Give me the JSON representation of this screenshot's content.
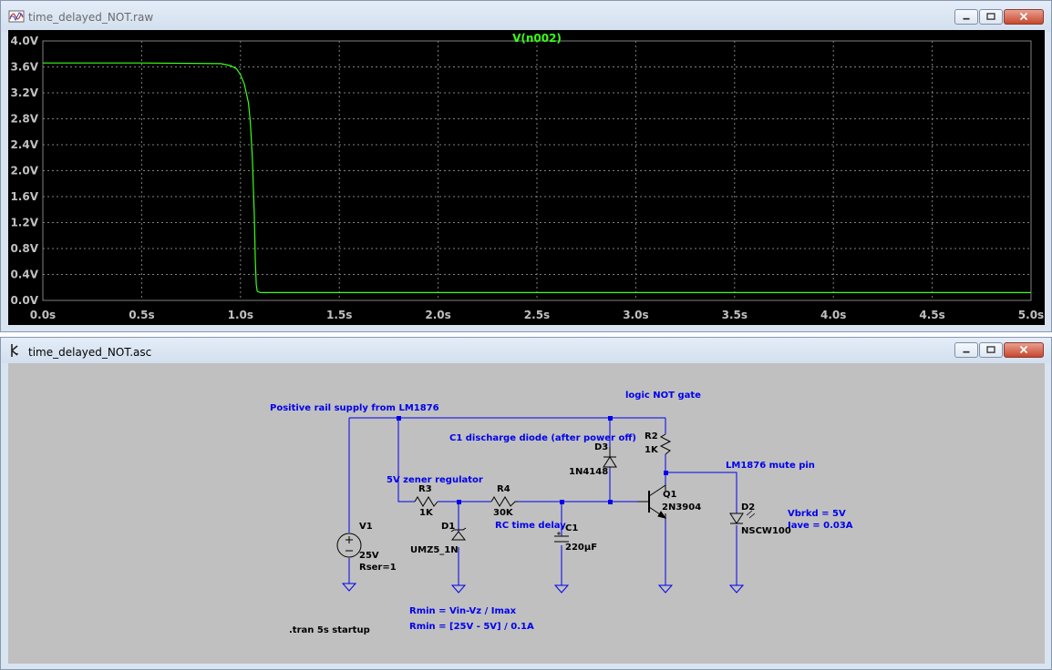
{
  "plot_window": {
    "title": "time_delayed_NOT.raw",
    "icon": "waveform-viewer-icon",
    "controls": [
      "minimize-icon",
      "maximize-icon",
      "close-icon"
    ]
  },
  "schematic_window": {
    "title": "time_delayed_NOT.asc",
    "icon": "schematic-editor-icon",
    "controls": [
      "minimize-icon",
      "maximize-icon",
      "close-icon"
    ]
  },
  "colors": {
    "plot_bg": "#000000",
    "trace": "#39ff14",
    "grid": "#808080",
    "schematic_bg": "#c0c0c0",
    "wire": "#0000ee",
    "component": "#000000"
  },
  "chart_data": {
    "type": "line",
    "title": "V(n002)",
    "xlabel": "",
    "ylabel": "",
    "x_ticks": [
      "0.0s",
      "0.5s",
      "1.0s",
      "1.5s",
      "2.0s",
      "2.5s",
      "3.0s",
      "3.5s",
      "4.0s",
      "4.5s",
      "5.0s"
    ],
    "y_ticks": [
      "4.0V",
      "3.6V",
      "3.2V",
      "2.8V",
      "2.4V",
      "2.0V",
      "1.6V",
      "1.2V",
      "0.8V",
      "0.4V",
      "0.0V"
    ],
    "xlim": [
      0,
      5
    ],
    "ylim": [
      0,
      4
    ],
    "grid": true,
    "series": [
      {
        "name": "V(n002)",
        "x": [
          0,
          0.5,
          0.9,
          0.95,
          0.98,
          1.0,
          1.02,
          1.04,
          1.05,
          1.06,
          1.07,
          1.075,
          1.08,
          1.085,
          1.1,
          2.0,
          3.0,
          4.0,
          5.0
        ],
        "y": [
          3.66,
          3.66,
          3.65,
          3.62,
          3.57,
          3.48,
          3.33,
          3.05,
          2.75,
          2.2,
          1.3,
          0.6,
          0.25,
          0.14,
          0.12,
          0.12,
          0.12,
          0.12,
          0.12
        ]
      }
    ]
  },
  "schematic": {
    "labels": {
      "rail": "Positive rail supply from LM1876",
      "not_gate": "logic NOT gate",
      "discharge": "C1 discharge diode (after power off)",
      "zener_reg": "5V zener regulator",
      "rc_delay": "RC time delay",
      "mute_pin": "LM1876 mute pin",
      "rmin1": "Rmin = Vin-Vz / Imax",
      "rmin2": "Rmin = [25V - 5V] / 0.1A",
      "tran": ".tran 5s startup",
      "vbrkd": "Vbrkd = 5V",
      "iave": "Iave = 0.03A"
    },
    "components": {
      "v1_ref": "V1",
      "v1_val": "25V",
      "v1_rser": "Rser=1",
      "r3_ref": "R3",
      "r3_val": "1K",
      "r4_ref": "R4",
      "r4_val": "30K",
      "r2_ref": "R2",
      "r2_val": "1K",
      "d1_ref": "D1",
      "d1_val": "UMZ5_1N",
      "d3_ref": "D3",
      "d3_val": "1N4148",
      "c1_ref": "C1",
      "c1_val": "220μF",
      "q1_ref": "Q1",
      "q1_val": "2N3904",
      "d2_ref": "D2",
      "d2_val": "NSCW100"
    }
  }
}
